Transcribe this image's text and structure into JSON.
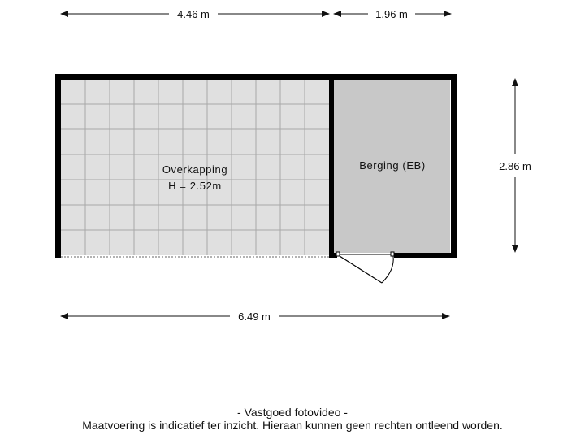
{
  "dimensions": {
    "top_left": "4.46 m",
    "top_right": "1.96 m",
    "right_side": "2.86 m",
    "bottom_total": "6.49 m"
  },
  "rooms": {
    "overkapping": {
      "name": "Overkapping",
      "height": "H = 2.52m"
    },
    "berging": {
      "name": "Berging (EB)"
    }
  },
  "footer": {
    "credit": "- Vastgoed fotovideo -",
    "disclaimer": "Maatvoering is indicatief ter inzicht. Hieraan kunnen geen rechten ontleend worden."
  },
  "colors": {
    "wall": "#000000",
    "tile_fill": "#e0e0e0",
    "tile_line": "#a8a8a8",
    "storage_fill": "#c8c8c8",
    "dimension_line": "#111111"
  }
}
